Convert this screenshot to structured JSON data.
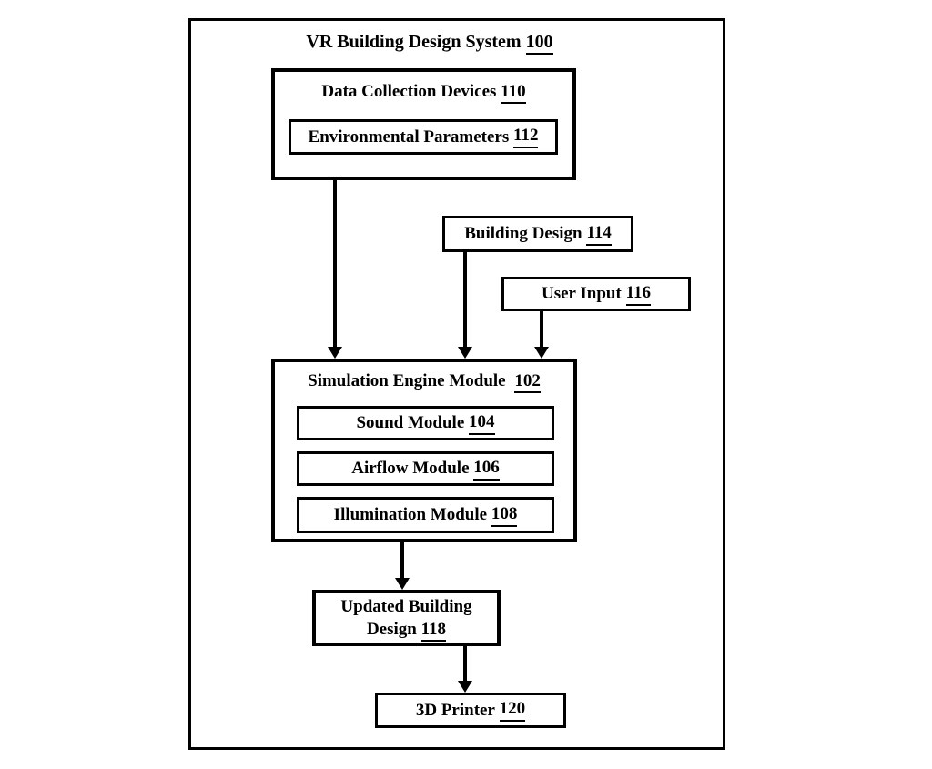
{
  "figure": {
    "title": {
      "label": "VR Building Design System",
      "ref": "100"
    },
    "nodes": {
      "data_collection": {
        "label": "Data Collection Devices",
        "ref": "110"
      },
      "env_params": {
        "label": "Environmental Parameters",
        "ref": "112"
      },
      "building_design": {
        "label": "Building Design",
        "ref": "114"
      },
      "user_input": {
        "label": "User Input",
        "ref": "116"
      },
      "sim_engine": {
        "label": "Simulation Engine Module",
        "ref": "102"
      },
      "sound_module": {
        "label": "Sound Module",
        "ref": "104"
      },
      "airflow_module": {
        "label": "Airflow Module",
        "ref": "106"
      },
      "illumination_module": {
        "label": "Illumination Module",
        "ref": "108"
      },
      "updated_design": {
        "line1": "Updated Building",
        "line2": "Design",
        "ref": "118"
      },
      "printer": {
        "label": "3D Printer",
        "ref": "120"
      }
    },
    "connections": [
      {
        "from": "Data Collection Devices 110",
        "to": "Simulation Engine Module 102"
      },
      {
        "from": "Building Design 114",
        "to": "Simulation Engine Module 102"
      },
      {
        "from": "User Input 116",
        "to": "Simulation Engine Module 102"
      },
      {
        "from": "Simulation Engine Module 102",
        "to": "Updated Building Design 118"
      },
      {
        "from": "Updated Building Design 118",
        "to": "3D Printer 120"
      }
    ],
    "colors": {
      "ink": "#000000",
      "background": "#ffffff"
    }
  }
}
